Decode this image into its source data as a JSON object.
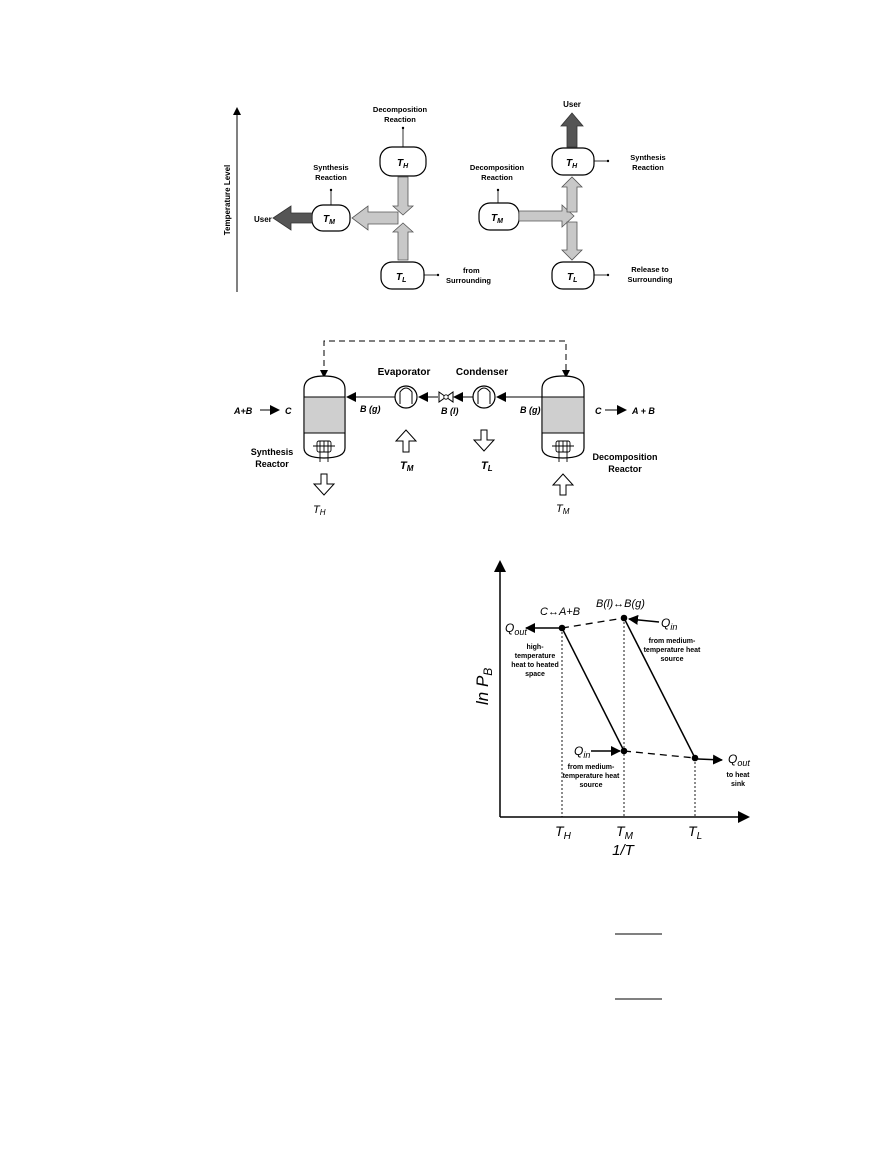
{
  "panel_a": {
    "axis_label": "Temperature Level",
    "left": {
      "top_label_1": "Decomposition",
      "top_label_2": "Reaction",
      "mid_label_1": "Synthesis",
      "mid_label_2": "Reaction",
      "th": "T",
      "th_sub": "H",
      "tm": "T",
      "tm_sub": "M",
      "tl": "T",
      "tl_sub": "L",
      "user": "User",
      "bottom_label_1": "from",
      "bottom_label_2": "Surrounding"
    },
    "right": {
      "user": "User",
      "mid_label_1": "Decomposition",
      "mid_label_2": "Reaction",
      "top_label_1": "Synthesis",
      "top_label_2": "Reaction",
      "th": "T",
      "th_sub": "H",
      "tm": "T",
      "tm_sub": "M",
      "tl": "T",
      "tl_sub": "L",
      "bottom_label_1": "Release to",
      "bottom_label_2": "Surrounding"
    }
  },
  "panel_b": {
    "evaporator": "Evaporator",
    "condenser": "Condenser",
    "feed_left": "A+B",
    "prod_left": "C",
    "feed_right": "C",
    "prod_right": "A + B",
    "bg_left": "B (g)",
    "bl": "B (l)",
    "bg_right": "B (g)",
    "synthesis_1": "Synthesis",
    "synthesis_2": "Reactor",
    "decomp_1": "Decomposition",
    "decomp_2": "Reactor",
    "th": "T",
    "th_sub": "H",
    "tm_evap": "T",
    "tm_evap_sub": "M",
    "tl": "T",
    "tl_sub": "L",
    "tm_decomp": "T",
    "tm_decomp_sub": "M"
  },
  "panel_c": {
    "ylabel": "ln P",
    "ylabel_sub": "B",
    "xlabel": "1/T",
    "tick_th": "T",
    "tick_th_sub": "H",
    "tick_tm": "T",
    "tick_tm_sub": "M",
    "tick_tl": "T",
    "tick_tl_sub": "L",
    "line1_label": "C↔A+B",
    "line2_label": "B(l)↔B(g)",
    "q_out_left": "Q",
    "q_out_left_sub": "out",
    "q_out_left_note_1": "high-",
    "q_out_left_note_2": "temperature",
    "q_out_left_note_3": "heat to heated",
    "q_out_left_note_4": "space",
    "q_in_top": "Q",
    "q_in_top_sub": "in",
    "q_in_top_note_1": "from medium-",
    "q_in_top_note_2": "temperature heat",
    "q_in_top_note_3": "source",
    "q_in_mid": "Q",
    "q_in_mid_sub": "in",
    "q_in_mid_note_1": "from medium-",
    "q_in_mid_note_2": "temperature heat",
    "q_in_mid_note_3": "source",
    "q_out_right": "Q",
    "q_out_right_sub": "out",
    "q_out_right_note_1": "to heat",
    "q_out_right_note_2": "sink"
  },
  "colors": {
    "dark_arrow": "#555555",
    "light_arrow": "#c8c8c8",
    "fill_gray": "#cfcfcf",
    "line": "#000000"
  }
}
